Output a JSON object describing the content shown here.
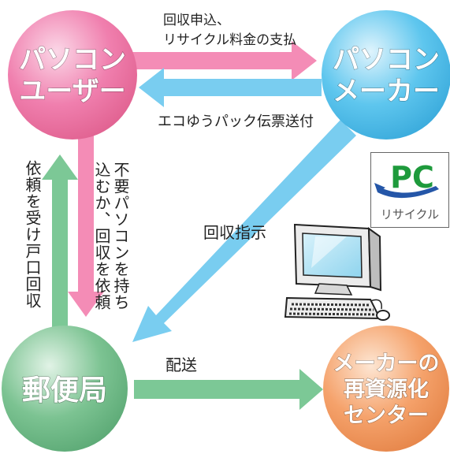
{
  "nodes": {
    "user": {
      "line1": "パソコン",
      "line2": "ユーザー"
    },
    "maker": {
      "line1": "パソコン",
      "line2": "メーカー"
    },
    "post": {
      "line1": "郵便局"
    },
    "recycle": {
      "line1": "メーカーの",
      "line2": "再資源化",
      "line3": "センター"
    }
  },
  "flows": {
    "user_to_maker": {
      "line1": "回収申込、",
      "line2": "リサイクル料金の支払"
    },
    "maker_to_user": "エコゆうパック伝票送付",
    "maker_to_post": "回収指示",
    "user_to_post_col1": "不要パソコンを持ち",
    "user_to_post_col2": "込むか、回収を依頼",
    "post_to_user": "依頼を受け戸口回収",
    "post_to_recycle": "配送"
  },
  "logo": {
    "mark": "PC",
    "caption": "リサイクル"
  },
  "colors": {
    "user": "#f07fae",
    "maker": "#5ec6ee",
    "post": "#7cc392",
    "recycle": "#f5a26b",
    "arrow_pink": "#f48cb6",
    "arrow_blue": "#79cdf0",
    "arrow_green": "#7cc896",
    "logo_green": "#1e9a3c",
    "logo_blue": "#2456a8"
  },
  "icons": [
    "pc-monitor-icon",
    "keyboard-icon",
    "mouse-icon",
    "pc-recycle-logo-icon"
  ]
}
